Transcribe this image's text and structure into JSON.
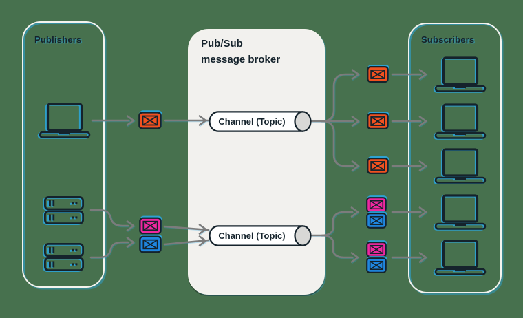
{
  "publishers_panel": {
    "label": "Publishers"
  },
  "broker_panel": {
    "title_line1": "Pub/Sub",
    "title_line2": "message broker",
    "channels": [
      {
        "label": "Channel (Topic)"
      },
      {
        "label": "Channel (Topic)"
      }
    ]
  },
  "subscribers_panel": {
    "label": "Subscribers"
  },
  "icons": {
    "publisher_device": "laptop-icon",
    "publisher_servers": "server-stack-icon",
    "subscriber_device": "laptop-icon",
    "message": "envelope-icon"
  },
  "messages": {
    "topic1_publisher": [
      "orange"
    ],
    "topic1_subscriber_copies": [
      "orange",
      "orange",
      "orange"
    ],
    "topic2_publishers": [
      "magenta",
      "blue"
    ],
    "topic2_subscriber_copies": [
      [
        "magenta",
        "blue"
      ],
      [
        "magenta",
        "blue"
      ]
    ]
  },
  "colors": {
    "background": "#47714e",
    "panel_border": "#f4f3ee",
    "accent_blue": "#2aa7e0",
    "broker_fill": "#f2f1ee",
    "ink": "#15232c",
    "arrow": "#7c7c7c",
    "envelope_orange": "#f1511f",
    "envelope_magenta": "#ef27a0",
    "envelope_blue": "#1f86e0",
    "cylinder_fill": "#ffffff",
    "cylinder_end": "#d8d8d6"
  }
}
